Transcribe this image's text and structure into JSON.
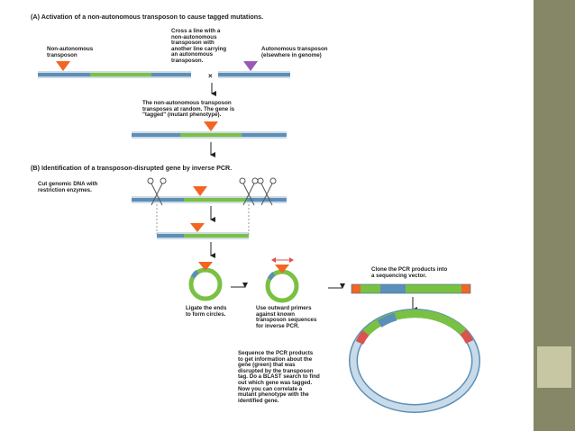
{
  "section_a": {
    "heading": "(A) Activation of a non-autonomous transposon to cause tagged mutations.",
    "non_auto_label": "Non-autonomous\ntransposon",
    "cross_label": "Cross a line with a\nnon-autonomous\ntransposon with\nanother line carrying\nan autonomous\ntransposon.",
    "cross_symbol": "×",
    "auto_label": "Autonomous transposon\n(elsewhere in genome)",
    "random_label": "The non-autonomous transposon\ntransposes at random. The gene is\n\"tagged\" (mutant phenotype)."
  },
  "section_b": {
    "heading": "(B) Identification of a transposon-disrupted gene by inverse PCR.",
    "cut_label": "Cut genomic DNA with\nrestriction enzymes.",
    "ligate_label": "Ligate the ends\nto form circles.",
    "primers_label": "Use outward primers\nagainst known\ntransposon sequences\nfor inverse PCR.",
    "clone_label": "Clone the PCR products into\na sequencing vector.",
    "sequence_label": "Sequence the PCR products\nto get information about the\ngene (green) that was\ndisrupted by the transposon\ntag. Do a BLAST search to find\nout which gene was tagged.\nNow you can correlate a\nmutant phenotype with the\nidentified gene."
  },
  "colors": {
    "sidebar": "#858767",
    "sidebar_box": "#c7c7a3",
    "dna_blue": "#5b8fb9",
    "gene_green": "#7ac143",
    "transposon_orange": "#f26522",
    "autonomous_purple": "#9b59b6",
    "vector_red": "#d9534f",
    "vector_light": "#c9dbe8"
  }
}
